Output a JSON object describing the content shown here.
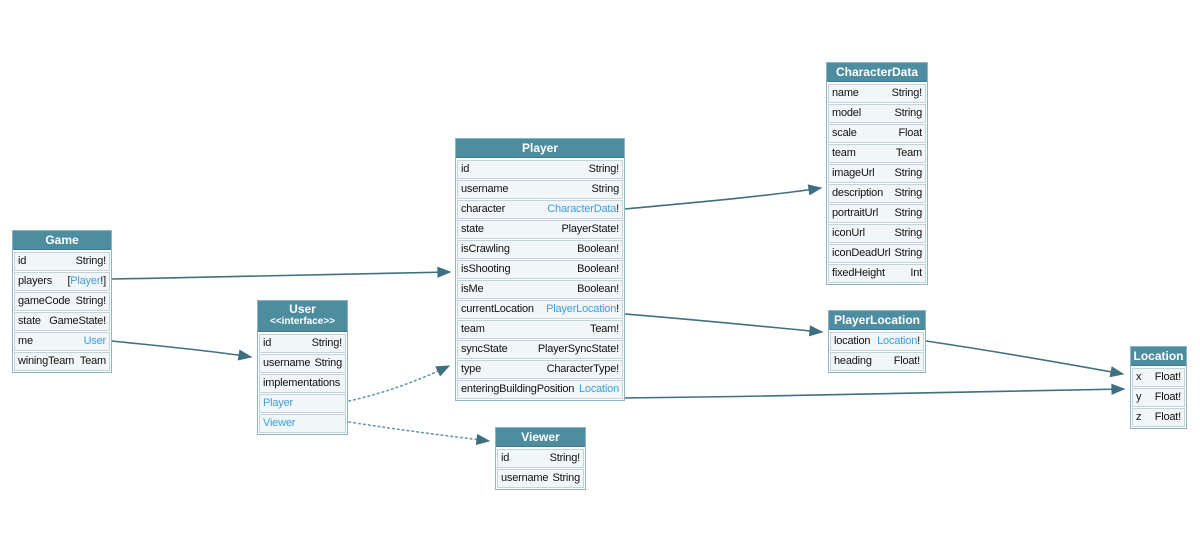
{
  "diagram": {
    "kind": "schema-class-diagram",
    "colors": {
      "header_bg": "#4e8da0",
      "header_text": "#ffffff",
      "row_bg": "#f1f6f8",
      "row_border": "#c3d3da",
      "table_border": "#8db4c0",
      "type_link": "#3d9fdc",
      "edge": "#3f7081",
      "edge_dotted": "#6496a7"
    },
    "tables": [
      {
        "id": "game",
        "title": "Game",
        "rows": [
          {
            "name": "id",
            "type": [
              {
                "t": "String!",
                "link": false
              }
            ]
          },
          {
            "name": "players",
            "type": [
              {
                "t": "[",
                "link": false
              },
              {
                "t": "Player",
                "link": true
              },
              {
                "t": "!]",
                "link": false
              }
            ]
          },
          {
            "name": "gameCode",
            "type": [
              {
                "t": "String!",
                "link": false
              }
            ]
          },
          {
            "name": "state",
            "type": [
              {
                "t": "GameState!",
                "link": false
              }
            ]
          },
          {
            "name": "me",
            "type": [
              {
                "t": "User",
                "link": true
              }
            ]
          },
          {
            "name": "winingTeam",
            "type": [
              {
                "t": "Team",
                "link": false
              }
            ]
          }
        ]
      },
      {
        "id": "user",
        "title": "User",
        "subtitle": "<<interface>>",
        "rows": [
          {
            "name": "id",
            "type": [
              {
                "t": "String!",
                "link": false
              }
            ]
          },
          {
            "name": "username",
            "type": [
              {
                "t": "String",
                "link": false
              }
            ]
          },
          {
            "name": "implementations"
          },
          {
            "name": "Player",
            "name_link": true
          },
          {
            "name": "Viewer",
            "name_link": true
          }
        ]
      },
      {
        "id": "player",
        "title": "Player",
        "rows": [
          {
            "name": "id",
            "type": [
              {
                "t": "String!",
                "link": false
              }
            ]
          },
          {
            "name": "username",
            "type": [
              {
                "t": "String",
                "link": false
              }
            ]
          },
          {
            "name": "character",
            "type": [
              {
                "t": "CharacterData",
                "link": true
              },
              {
                "t": "!",
                "link": false
              }
            ]
          },
          {
            "name": "state",
            "type": [
              {
                "t": "PlayerState!",
                "link": false
              }
            ]
          },
          {
            "name": "isCrawling",
            "type": [
              {
                "t": "Boolean!",
                "link": false
              }
            ]
          },
          {
            "name": "isShooting",
            "type": [
              {
                "t": "Boolean!",
                "link": false
              }
            ]
          },
          {
            "name": "isMe",
            "type": [
              {
                "t": "Boolean!",
                "link": false
              }
            ]
          },
          {
            "name": "currentLocation",
            "type": [
              {
                "t": "PlayerLocation",
                "link": true
              },
              {
                "t": "!",
                "link": false
              }
            ]
          },
          {
            "name": "team",
            "type": [
              {
                "t": "Team!",
                "link": false
              }
            ]
          },
          {
            "name": "syncState",
            "type": [
              {
                "t": "PlayerSyncState!",
                "link": false
              }
            ]
          },
          {
            "name": "type",
            "type": [
              {
                "t": "CharacterType!",
                "link": false
              }
            ]
          },
          {
            "name": "enteringBuildingPosition",
            "type": [
              {
                "t": "Location",
                "link": true
              }
            ]
          }
        ]
      },
      {
        "id": "viewer",
        "title": "Viewer",
        "rows": [
          {
            "name": "id",
            "type": [
              {
                "t": "String!",
                "link": false
              }
            ]
          },
          {
            "name": "username",
            "type": [
              {
                "t": "String",
                "link": false
              }
            ]
          }
        ]
      },
      {
        "id": "characterdata",
        "title": "CharacterData",
        "rows": [
          {
            "name": "name",
            "type": [
              {
                "t": "String!",
                "link": false
              }
            ]
          },
          {
            "name": "model",
            "type": [
              {
                "t": "String",
                "link": false
              }
            ]
          },
          {
            "name": "scale",
            "type": [
              {
                "t": "Float",
                "link": false
              }
            ]
          },
          {
            "name": "team",
            "type": [
              {
                "t": "Team",
                "link": false
              }
            ]
          },
          {
            "name": "imageUrl",
            "type": [
              {
                "t": "String",
                "link": false
              }
            ]
          },
          {
            "name": "description",
            "type": [
              {
                "t": "String",
                "link": false
              }
            ]
          },
          {
            "name": "portraitUrl",
            "type": [
              {
                "t": "String",
                "link": false
              }
            ]
          },
          {
            "name": "iconUrl",
            "type": [
              {
                "t": "String",
                "link": false
              }
            ]
          },
          {
            "name": "iconDeadUrl",
            "type": [
              {
                "t": "String",
                "link": false
              }
            ]
          },
          {
            "name": "fixedHeight",
            "type": [
              {
                "t": "Int",
                "link": false
              }
            ]
          }
        ]
      },
      {
        "id": "playerlocation",
        "title": "PlayerLocation",
        "rows": [
          {
            "name": "location",
            "type": [
              {
                "t": "Location",
                "link": true
              },
              {
                "t": "!",
                "link": false
              }
            ]
          },
          {
            "name": "heading",
            "type": [
              {
                "t": "Float!",
                "link": false
              }
            ]
          }
        ]
      },
      {
        "id": "location",
        "title": "Location",
        "rows": [
          {
            "name": "x",
            "type": [
              {
                "t": "Float!",
                "link": false
              }
            ]
          },
          {
            "name": "y",
            "type": [
              {
                "t": "Float!",
                "link": false
              }
            ]
          },
          {
            "name": "z",
            "type": [
              {
                "t": "Float!",
                "link": false
              }
            ]
          }
        ]
      }
    ],
    "edges": [
      {
        "from": "Game.players",
        "to": "Player",
        "style": "solid"
      },
      {
        "from": "Game.me",
        "to": "User",
        "style": "solid"
      },
      {
        "from": "Player.character",
        "to": "CharacterData",
        "style": "solid"
      },
      {
        "from": "Player.currentLocation",
        "to": "PlayerLocation",
        "style": "solid"
      },
      {
        "from": "Player.enteringBuildingPosition",
        "to": "Location",
        "style": "solid"
      },
      {
        "from": "PlayerLocation.location",
        "to": "Location",
        "style": "solid"
      },
      {
        "from": "User.Player",
        "to": "Player",
        "style": "dotted"
      },
      {
        "from": "User.Viewer",
        "to": "Viewer",
        "style": "dotted"
      }
    ]
  }
}
